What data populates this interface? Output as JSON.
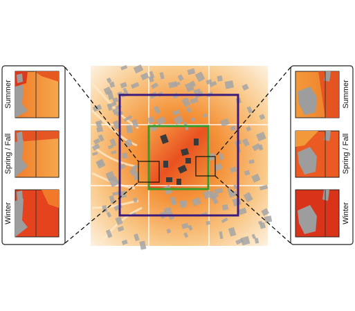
{
  "left_panel": {
    "seasons": [
      "Summer",
      "Spring / Fall",
      "Winter"
    ]
  },
  "right_panel": {
    "seasons": [
      "Summer",
      "Spring / Fall",
      "Winter"
    ]
  },
  "colors": {
    "outer_region": "#3a1a7a",
    "inner_region": "#3a9a2a",
    "heat_high": "#d8361c",
    "heat_mid": "#f08a2a",
    "heat_low": "#fbe3a8",
    "building": "#9a9a9a"
  }
}
